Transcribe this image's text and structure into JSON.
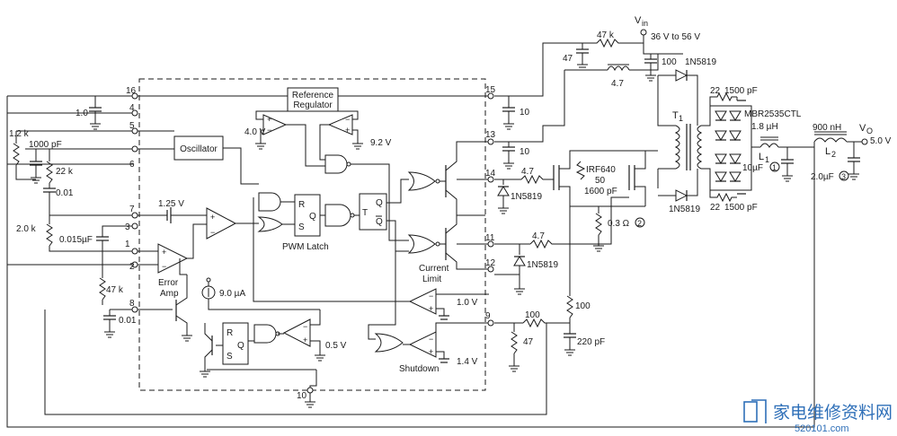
{
  "diagram": {
    "blocks": {
      "reference_regulator_line1": "Reference",
      "reference_regulator_line2": "Regulator",
      "oscillator": "Oscillator",
      "pwm_latch": "PWM Latch",
      "error_amp_line1": "Error",
      "error_amp_line2": "Amp",
      "current_limit_line1": "Current",
      "current_limit_line2": "Limit",
      "shutdown": "Shutdown"
    },
    "latch": {
      "r": "R",
      "s": "S",
      "q": "Q",
      "t": "T",
      "qbar": "Q",
      "q2": "Q"
    },
    "pins": [
      "16",
      "4",
      "5",
      "6",
      "7",
      "3",
      "1",
      "2",
      "8",
      "15",
      "13",
      "14",
      "11",
      "12",
      "9",
      "10"
    ],
    "voltages": {
      "v4_0": "4.0 V",
      "v9_2": "9.2 V",
      "v1_25": "1.25 V",
      "v1_0": "1.0 V",
      "v0_5": "0.5 V",
      "v1_4": "1.4 V",
      "i9_0": "9.0 µA"
    },
    "components": {
      "c_1_0": "1.0",
      "r_1_2k": "1.2 k",
      "c_1000pf": "1000 pF",
      "r_22k": "22 k",
      "c_0_01_a": "0.01",
      "r_2_0k": "2.0 k",
      "c_0_015uf": "0.015µF",
      "r_47k_a": "47 k",
      "c_0_01_b": "0.01",
      "c_10_a": "10",
      "c_10_b": "10",
      "r_4_7_a": "4.7",
      "r_4_7_b": "4.7",
      "d_1n5819_a": "1N5819",
      "d_1n5819_b": "1N5819",
      "d_1n5819_c": "1N5819",
      "d_1n5819_d": "1N5819",
      "fet": "IRF640",
      "r_50": "50",
      "c_1600pf": "1600 pF",
      "r_0_3": "0.3 Ω",
      "r_100_a": "100",
      "c_220pf": "220 pF",
      "r_100_b": "100",
      "r_47": "47",
      "r_47k_top": "47 k",
      "c_47": "47",
      "l_4_7": "4.7",
      "c_100": "100",
      "r_22_top": "22",
      "c_1500pf_top": "1500 pF",
      "r_22_bot": "22",
      "c_1500pf_bot": "1500 pF",
      "t1": "T",
      "t1_sub": "1",
      "mbr": "MBR2535CTL",
      "l1_val": "1.8 µH",
      "l1": "L",
      "l1_sub": "1",
      "c_10uf": "10µF",
      "note1": "1",
      "l2_val": "900 nH",
      "l2": "L",
      "l2_sub": "2",
      "c_2uf": "2.0µF",
      "note3": "3",
      "note2": "2"
    },
    "io": {
      "vin": "V",
      "vin_sub": "in",
      "vin_range": "36 V to 56 V",
      "vo": "V",
      "vo_sub": "O",
      "vo_val": "5.0 V"
    }
  },
  "watermark": {
    "text": "家电维修资料网",
    "url": "520101.com"
  }
}
